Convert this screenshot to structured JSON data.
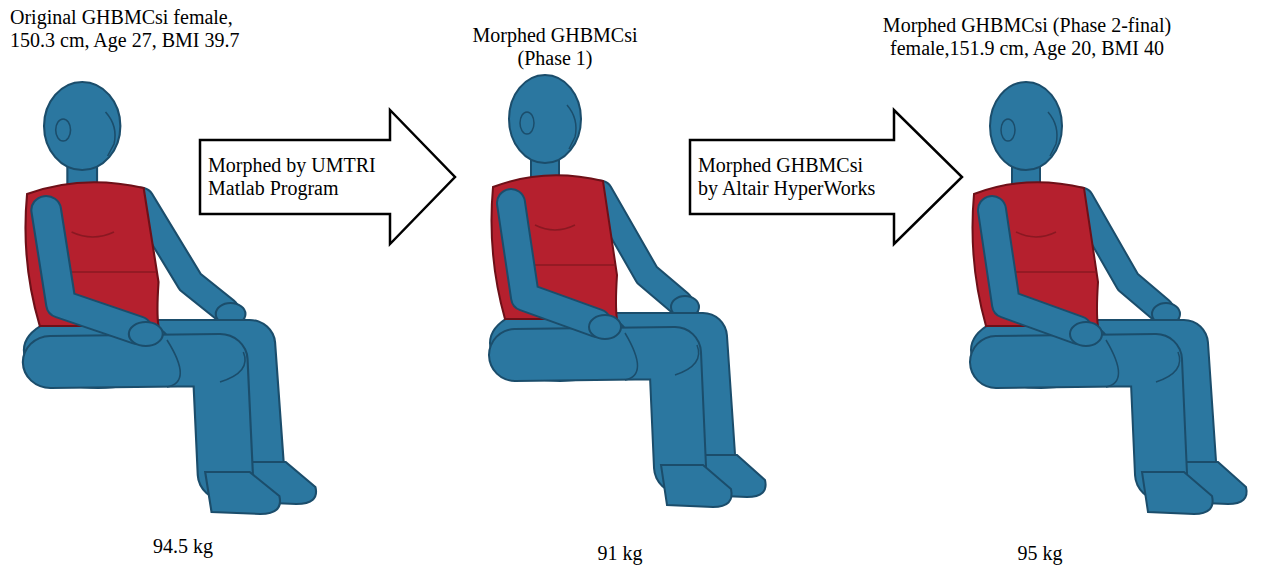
{
  "diagram": {
    "nodes": [
      {
        "text": [
          "Original GHBMCsi female, 150.3 cm, Age 27, BMI 39.7",
          "94.5 kg"
        ]
      },
      {
        "text": [
          "Morphed GHBMCsi (Phase 1)",
          "91 kg"
        ]
      },
      {
        "text": [
          "Morphed GHBMCsi (Phase 2-final) female,151.9 cm, Age 20, BMI 40",
          "95 kg"
        ]
      }
    ],
    "edges": [
      {
        "from": 0,
        "to": 1,
        "arrow": "to",
        "label": "Morphed by UMTRI Matlab Program"
      },
      {
        "from": 1,
        "to": 2,
        "arrow": "to",
        "label": "Morphed GHBMCsi by Altair HyperWorks"
      }
    ]
  }
}
